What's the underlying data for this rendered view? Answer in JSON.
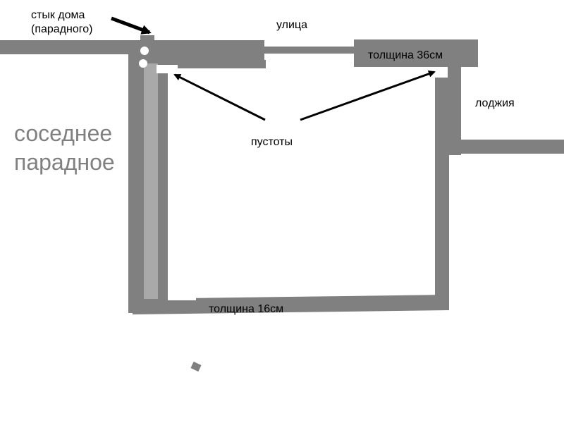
{
  "labels": {
    "junction_line1": "стык дома",
    "junction_line2": "(парадного)",
    "street": "улица",
    "thickness_top": "толщина 36см",
    "loggia": "лоджия",
    "voids": "пустоты",
    "neighbor_line1": "соседнее",
    "neighbor_line2": "парадное",
    "thickness_bottom": "толщина 16см"
  },
  "colors": {
    "wall": "#808080",
    "joint_strip": "#a9a9a9",
    "arrow": "#000000",
    "muted_text": "#808080"
  }
}
